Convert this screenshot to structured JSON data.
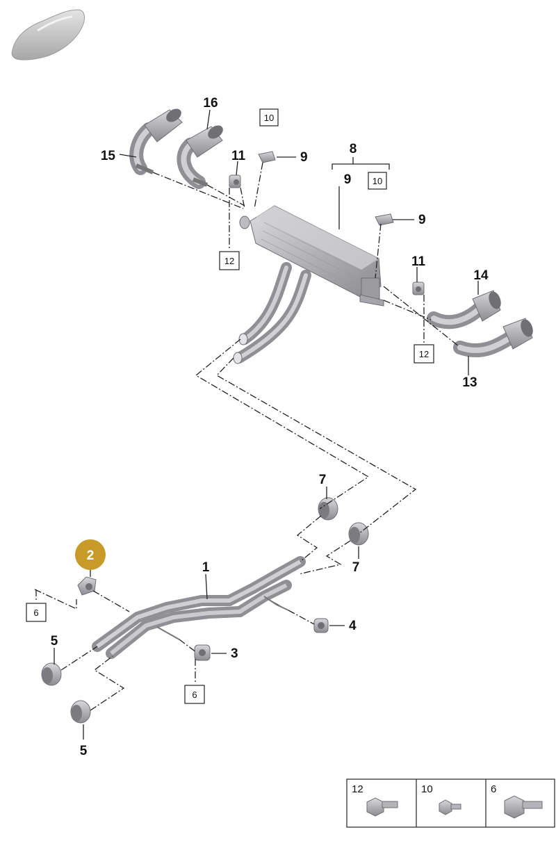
{
  "diagram": {
    "callouts": {
      "c1": "1",
      "c2": "2",
      "c3": "3",
      "c4": "4",
      "c5a": "5",
      "c5b": "5",
      "c7a": "7",
      "c7b": "7",
      "c8": "8",
      "c9_bracket": "9",
      "c9a": "9",
      "c9b": "9",
      "c11a": "11",
      "c11b": "11",
      "c13": "13",
      "c14": "14",
      "c15": "15",
      "c16": "16"
    },
    "boxed_refs": {
      "b10a": "10",
      "b10b": "10",
      "b12a": "12",
      "b12b": "12",
      "b6a": "6",
      "b6b": "6"
    },
    "highlight": {
      "label": "2",
      "color": "#C89B28"
    },
    "legend": [
      {
        "label": "12"
      },
      {
        "label": "10"
      },
      {
        "label": "6"
      }
    ],
    "colors": {
      "part_fill": "#b9b9bc",
      "part_dark": "#8d8d92",
      "part_light": "#d6d6d9"
    }
  }
}
